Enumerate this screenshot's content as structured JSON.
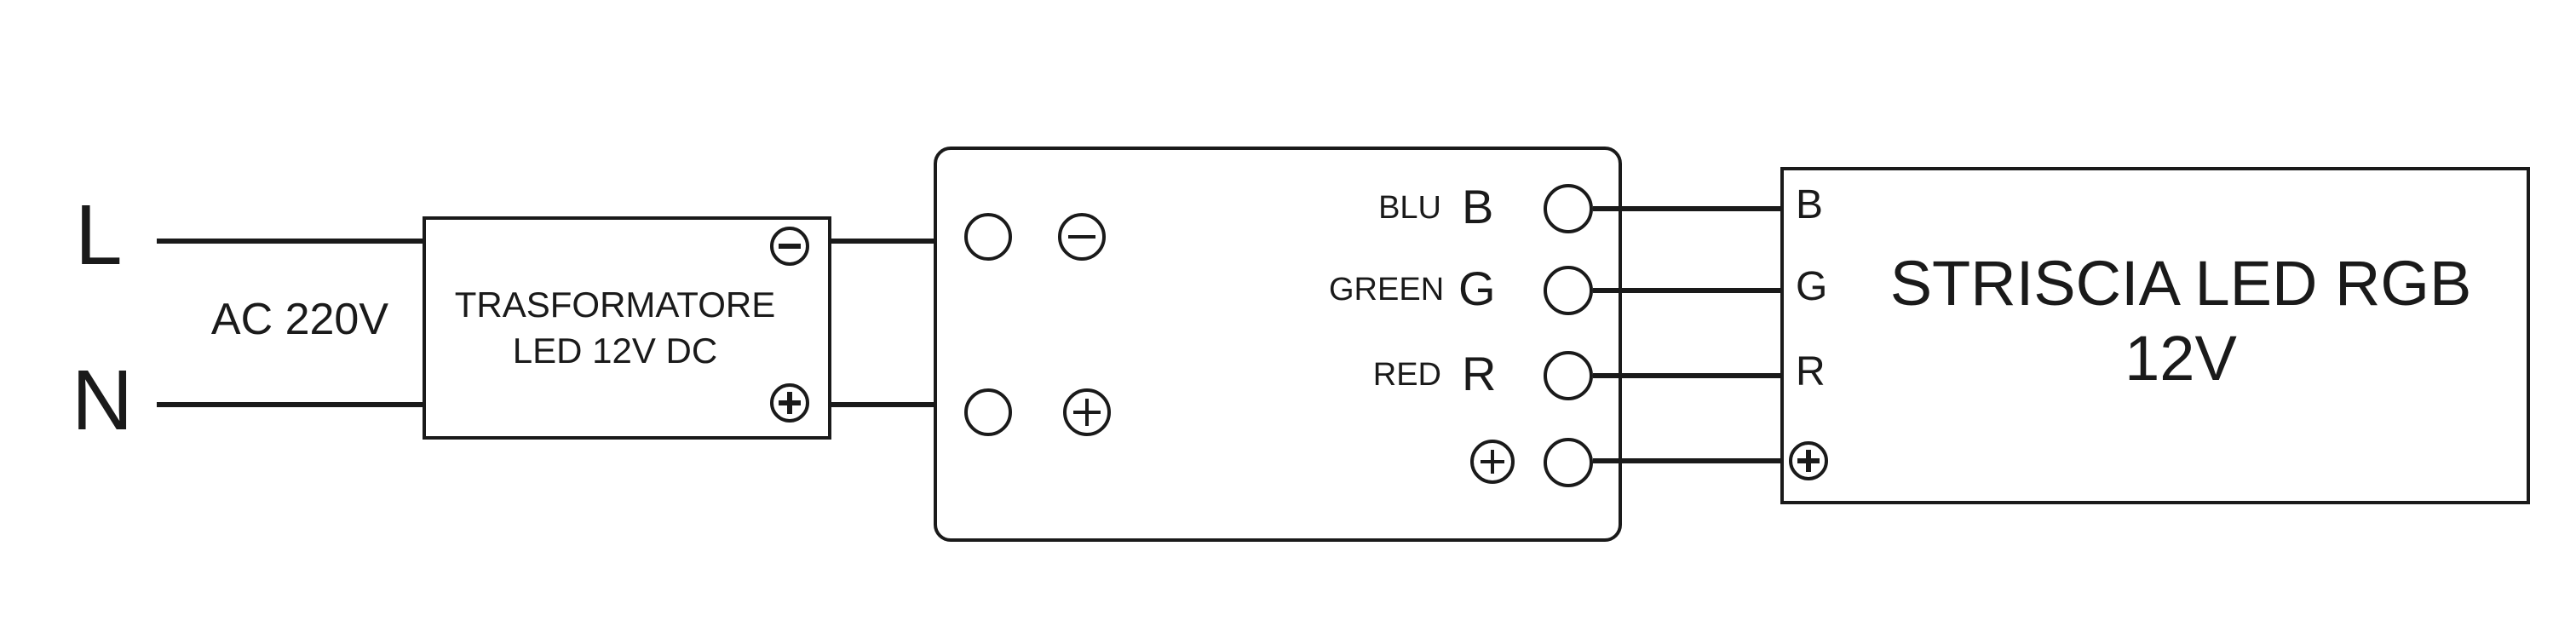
{
  "diagram": {
    "mains": {
      "line_label": "L",
      "neutral_label": "N",
      "voltage_label": "AC 220V"
    },
    "transformer": {
      "name_line1": "TRASFORMATORE",
      "name_line2": "LED 12V DC"
    },
    "controller": {
      "channels": [
        {
          "color_label": "BLU",
          "terminal_letter": "B"
        },
        {
          "color_label": "GREEN",
          "terminal_letter": "G"
        },
        {
          "color_label": "RED",
          "terminal_letter": "R"
        }
      ]
    },
    "led_strip": {
      "terminal_b": "B",
      "terminal_g": "G",
      "terminal_r": "R",
      "name_line1": "STRISCIA LED RGB",
      "name_line2": "12V"
    },
    "icons": {
      "minus_terminal": "⊖",
      "plus_terminal": "⊕"
    },
    "colors": {
      "line": "#1a1a1a",
      "background": "#ffffff"
    }
  }
}
